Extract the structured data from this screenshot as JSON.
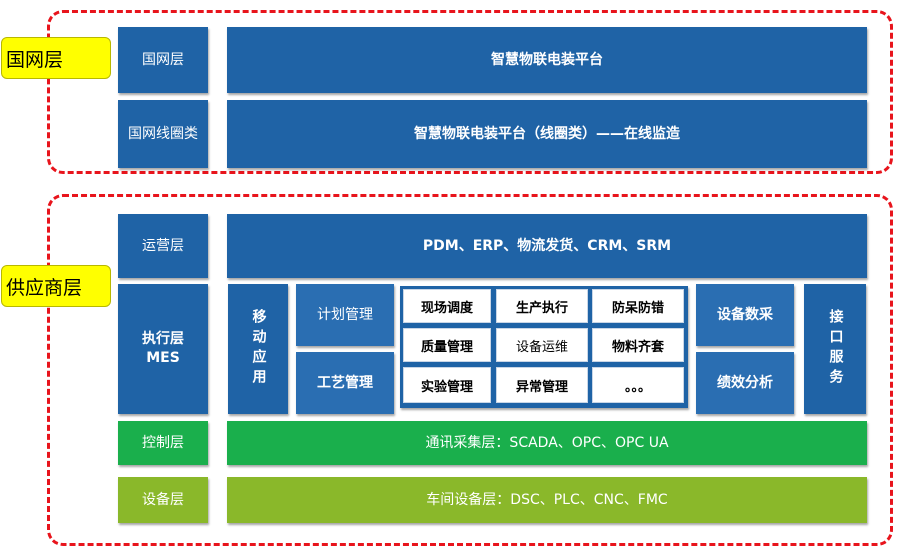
{
  "labels": {
    "national_tag": "国网层",
    "supplier_tag": "供应商层"
  },
  "national": {
    "row1_left": "国网层",
    "row1_right": "智慧物联电装平台",
    "row2_left": "国网线圈类",
    "row2_right": "智慧物联电装平台（线圈类）——在线监造"
  },
  "supplier": {
    "operation_left": "运营层",
    "operation_right": "PDM、ERP、物流发货、CRM、SRM",
    "exec_left": "执行层\nMES",
    "mobile_app": "移动应用",
    "plan_mgmt": "计划管理",
    "process_mgmt": "工艺管理",
    "grid": [
      [
        "现场调度",
        "生产执行",
        "防呆防错"
      ],
      [
        "质量管理",
        "设备运维",
        "物料齐套"
      ],
      [
        "实验管理",
        "异常管理",
        "。。。"
      ]
    ],
    "equip_collect": "设备数采",
    "perf_analysis": "绩效分析",
    "interface_service": "接口服务",
    "control_left": "控制层",
    "control_right": "通讯采集层：SCADA、OPC、OPC UA",
    "device_left": "设备层",
    "device_right": "车间设备层：DSC、PLC、CNC、FMC"
  },
  "colors": {
    "dash_red": "#e8141c",
    "tag_yellow": "#ffff00",
    "primary_blue": "#1f63a6",
    "control_green": "#1aaf4c",
    "device_lime": "#8ab82a"
  }
}
